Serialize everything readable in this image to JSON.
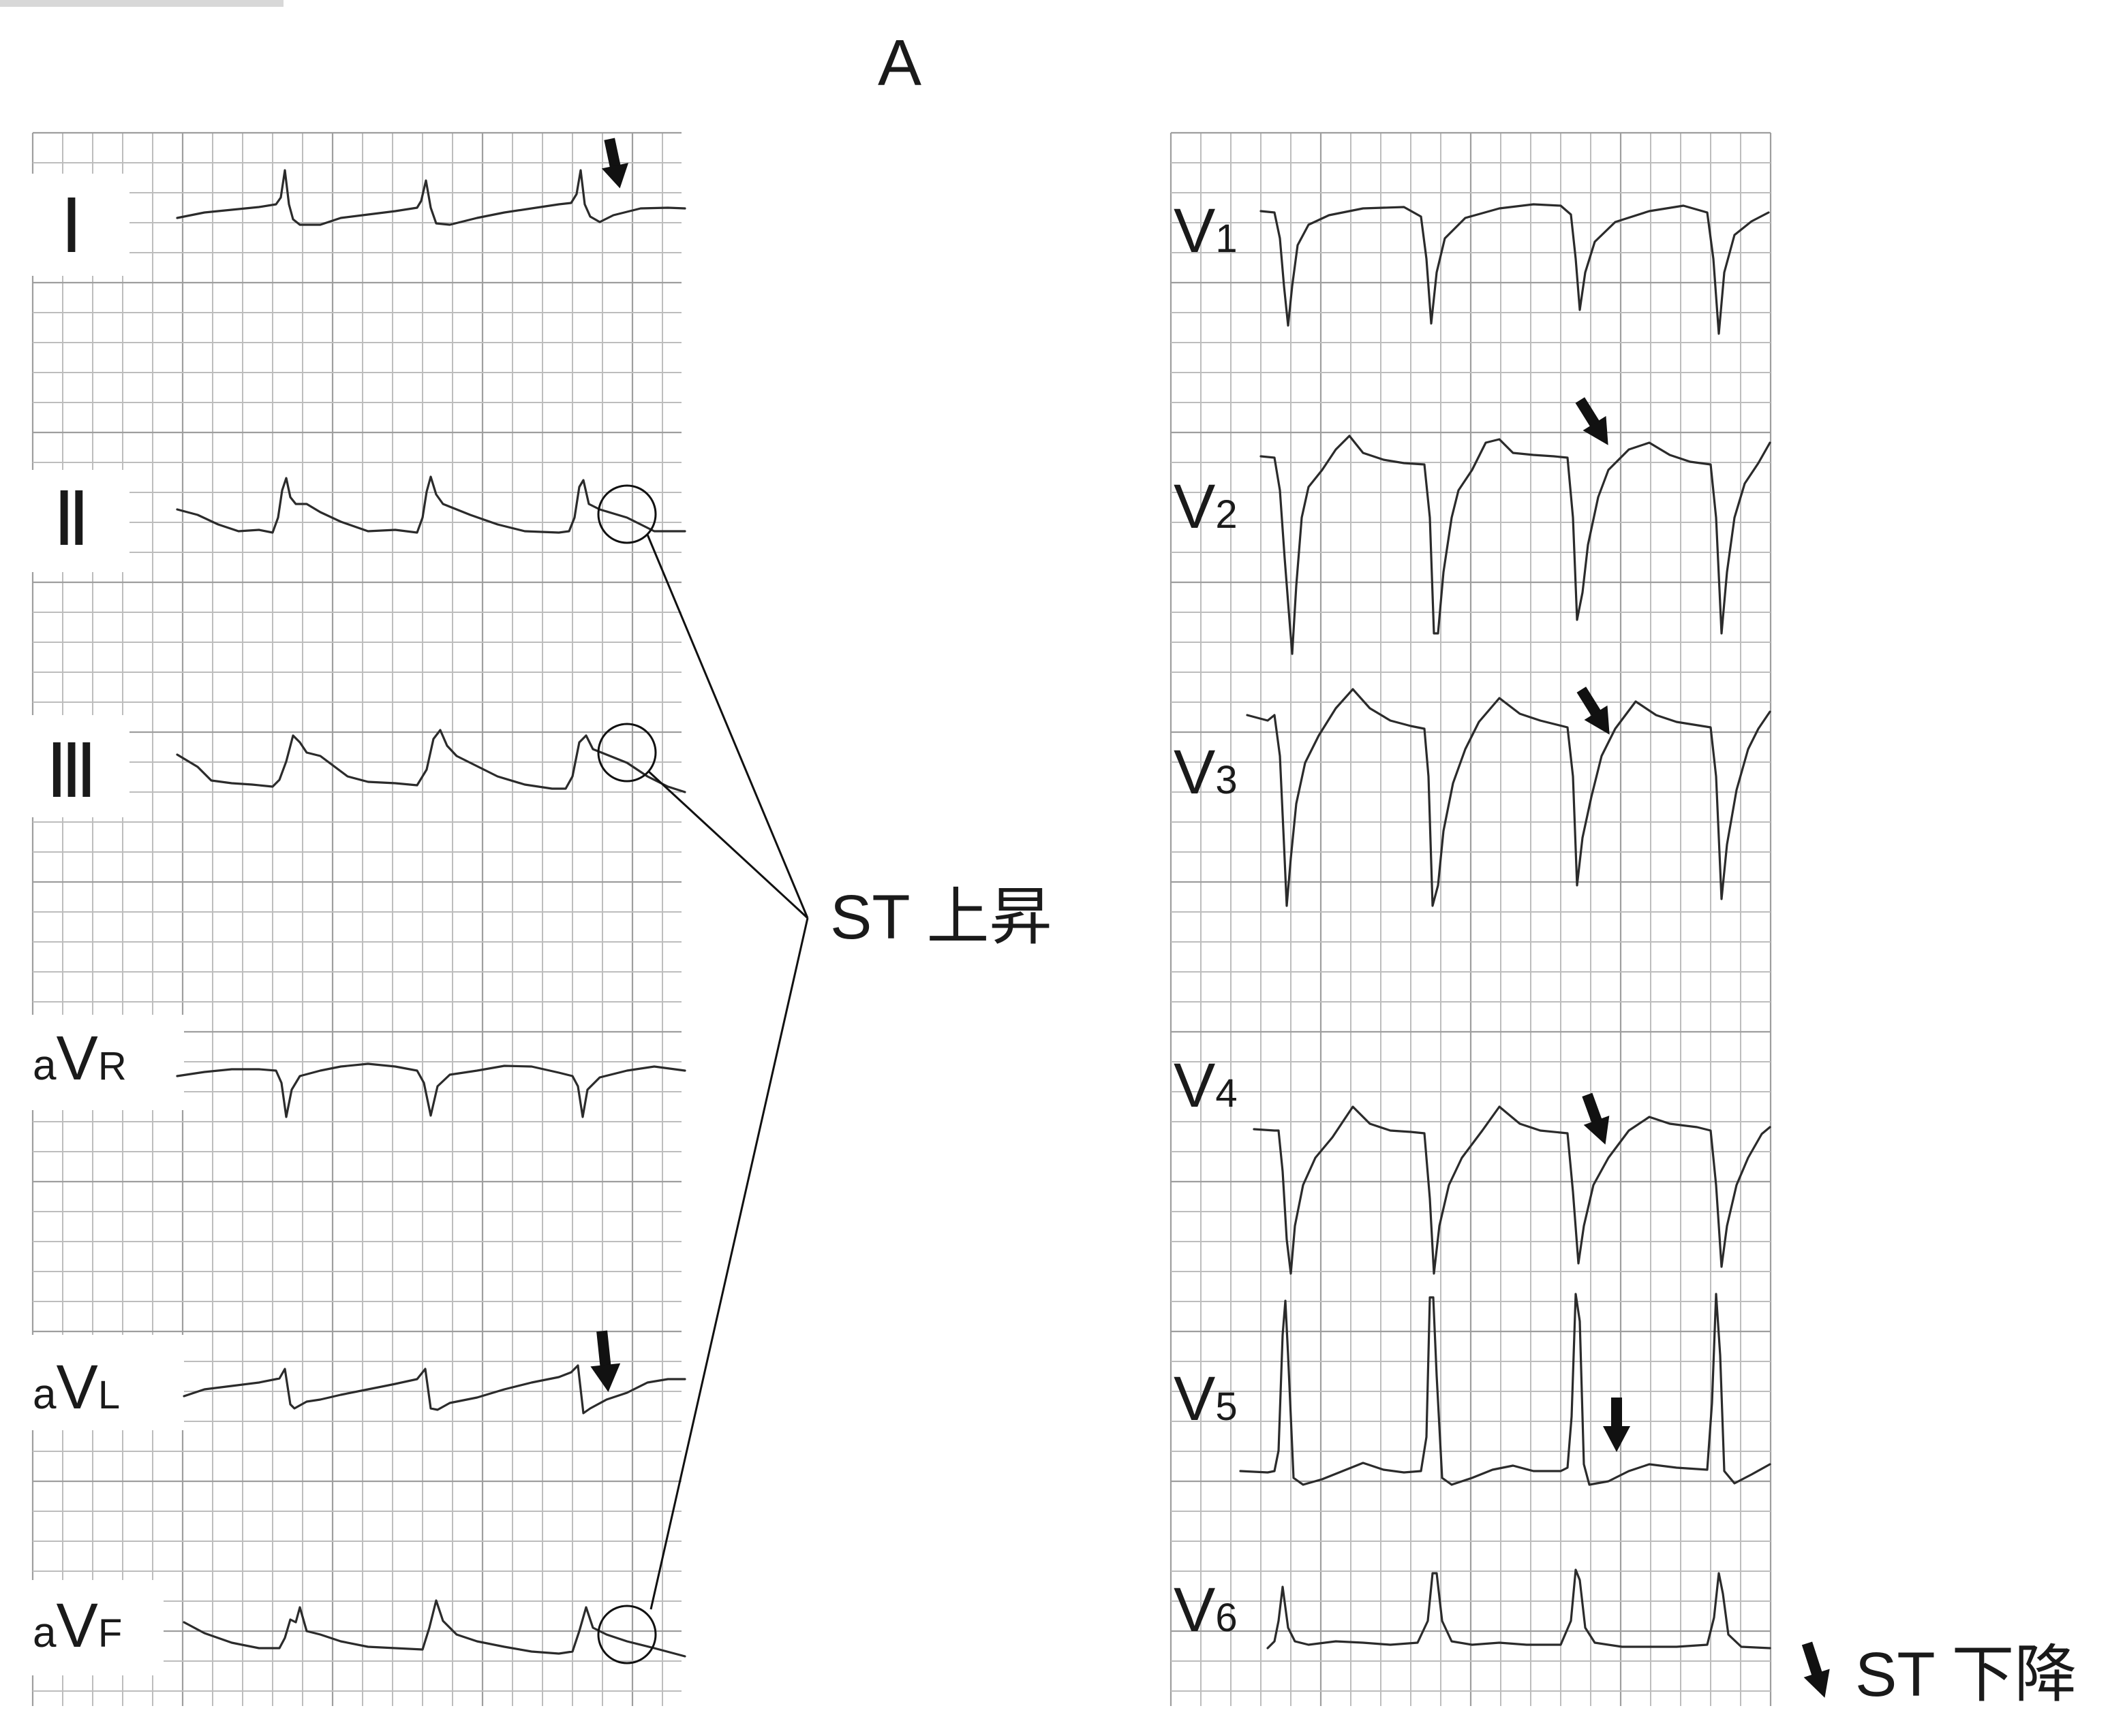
{
  "figure": {
    "panel_label": "A",
    "colors": {
      "trace": "#2b2b2b",
      "grid": "#bdbdbd",
      "annotation": "#111111",
      "background": "#ffffff"
    }
  },
  "limb_leads": [
    {
      "id": "I",
      "label": "Ⅰ",
      "arrow": true,
      "circle": false
    },
    {
      "id": "II",
      "label": "Ⅱ",
      "arrow": false,
      "circle": true
    },
    {
      "id": "III",
      "label": "Ⅲ",
      "arrow": false,
      "circle": true
    },
    {
      "id": "aVR",
      "prefix": "a",
      "main": "V",
      "sub": "R",
      "arrow": false,
      "circle": false
    },
    {
      "id": "aVL",
      "prefix": "a",
      "main": "V",
      "sub": "L",
      "arrow": true,
      "circle": false
    },
    {
      "id": "aVF",
      "prefix": "a",
      "main": "V",
      "sub": "F",
      "arrow": false,
      "circle": true
    }
  ],
  "chest_leads": [
    {
      "id": "V1",
      "main": "V",
      "sub": "1",
      "arrow": false
    },
    {
      "id": "V2",
      "main": "V",
      "sub": "2",
      "arrow": true
    },
    {
      "id": "V3",
      "main": "V",
      "sub": "3",
      "arrow": true
    },
    {
      "id": "V4",
      "main": "V",
      "sub": "4",
      "arrow": true
    },
    {
      "id": "V5",
      "main": "V",
      "sub": "5",
      "arrow": true
    },
    {
      "id": "V6",
      "main": "V",
      "sub": "6",
      "arrow": false
    }
  ],
  "annotations": {
    "st_elevation": "ST 上昇",
    "st_depression": "ST 下降"
  }
}
